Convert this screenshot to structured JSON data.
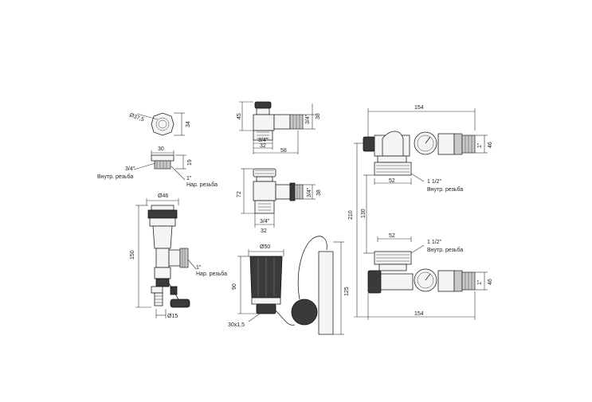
{
  "labels": {
    "d375": "Ø37,5",
    "d34": "34",
    "d30": "30",
    "d19": "19",
    "thread34": "3/4\"",
    "inner_thread_a": "Внутр. резьба",
    "thread1_a": "1\"",
    "outer_thread_a": "Нар. резьба",
    "d46_top": "Ø46",
    "d150": "150",
    "thread1_b": "1\"",
    "outer_thread_b": "Нар. резьба",
    "d15": "Ø15",
    "v1_45": "45",
    "v1_38": "38",
    "v1_34a": "3/4\"",
    "v1_34b": "3/4\"",
    "v1_32": "32",
    "v1_58": "58",
    "v2_72": "72",
    "v2_34a": "3/4\"",
    "v2_38": "38",
    "v2_34b": "3/4\"",
    "v2_32": "32",
    "h_d50": "Ø50",
    "h_90": "90",
    "h_125": "125",
    "h_thread": "30x1,5",
    "m_154_top": "154",
    "m_1in_top": "1\"",
    "m_46_top": "46",
    "m_52_top": "52",
    "m_112_top": "1 1/2\"",
    "m_inner_top": "Внутр. резьба",
    "m_210": "210",
    "m_130": "130",
    "m_52_bot": "52",
    "m_112_bot": "1 1/2\"",
    "m_inner_bot": "Внутр. резьба",
    "m_1in_bot": "1\"",
    "m_46_bot": "46",
    "m_154_bot": "154"
  }
}
